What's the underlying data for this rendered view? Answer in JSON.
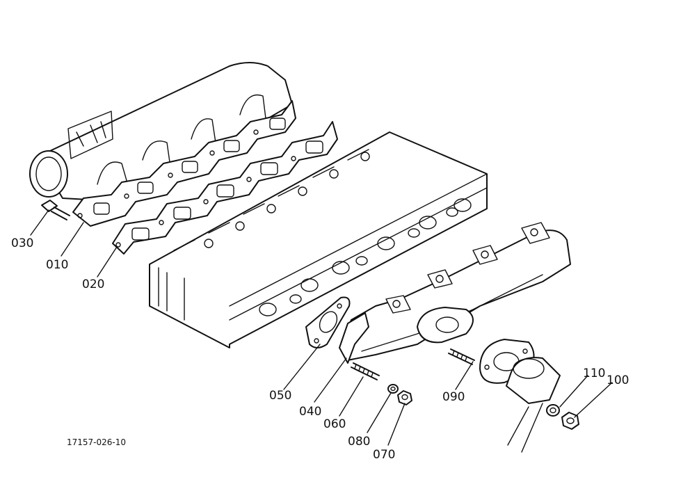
{
  "diagram": {
    "reference_code": "17157-026-10",
    "callouts": [
      {
        "id": "c030",
        "label": "030"
      },
      {
        "id": "c010",
        "label": "010"
      },
      {
        "id": "c020",
        "label": "020"
      },
      {
        "id": "c050",
        "label": "050"
      },
      {
        "id": "c040",
        "label": "040"
      },
      {
        "id": "c060",
        "label": "060"
      },
      {
        "id": "c080",
        "label": "080"
      },
      {
        "id": "c070",
        "label": "070"
      },
      {
        "id": "c090",
        "label": "090"
      },
      {
        "id": "c110",
        "label": "110"
      },
      {
        "id": "c100",
        "label": "100"
      }
    ]
  }
}
